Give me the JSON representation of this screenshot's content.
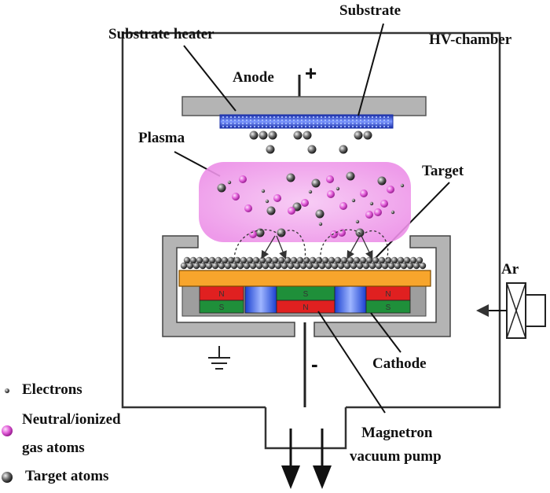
{
  "labels": {
    "substrate": "Substrate",
    "substrate_heater": "Substrate heater",
    "hv_chamber": "HV-chamber",
    "anode": "Anode",
    "plus_sign": "+",
    "plasma": "Plasma",
    "target": "Target",
    "ar": "Ar",
    "cathode": "Cathode",
    "minus_sign": "-",
    "magnetron": "Magnetron",
    "vacuum_pump": "vacuum pump",
    "magnet_n": "N",
    "magnet_s": "S"
  },
  "legend": {
    "electrons": "Electrons",
    "neutral_line1": "Neutral/ionized",
    "neutral_line2": "gas atoms",
    "target_atoms": "Target atoms"
  },
  "colors": {
    "plasma": "#f0a6ee",
    "gas_atom": "#e060d8",
    "target_atom": "#555555",
    "substrate": "#3a5ad8",
    "target_plate": "#f7a52c",
    "magnet_red": "#e02020",
    "magnet_green": "#1f8f3a",
    "magnet_blue": "#1f48d8",
    "chamber_gray": "#b4b4b4"
  }
}
